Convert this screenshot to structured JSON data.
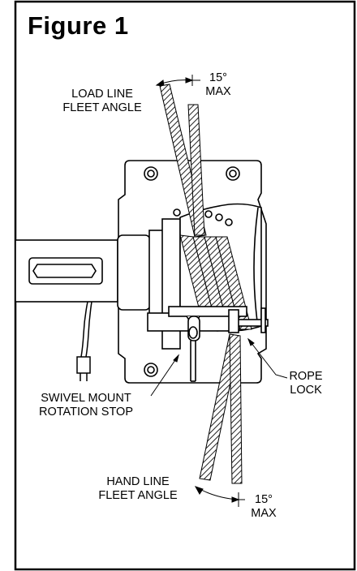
{
  "figure": {
    "title": "Figure 1"
  },
  "labels": {
    "load_line_1": "LOAD LINE",
    "load_line_2": "FLEET ANGLE",
    "top_angle_1": "15°",
    "top_angle_2": "MAX",
    "swivel_1": "SWIVEL MOUNT",
    "swivel_2": "ROTATION STOP",
    "rope_lock_1": "ROPE",
    "rope_lock_2": "LOCK",
    "hand_line_1": "HAND LINE",
    "hand_line_2": "FLEET ANGLE",
    "bottom_angle_1": "15°",
    "bottom_angle_2": "MAX"
  },
  "colors": {
    "ink": "#000000",
    "rope_hatch": "#444444"
  }
}
